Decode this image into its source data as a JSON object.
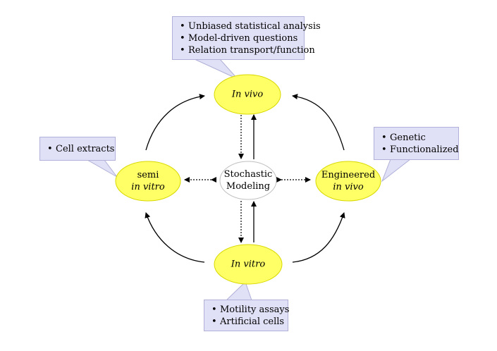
{
  "nodes": {
    "in_vivo": {
      "line1": "In vivo"
    },
    "semi_in_vitro": {
      "line1": "semi",
      "line2": "in vitro"
    },
    "stochastic_modeling": {
      "line1": "Stochastic",
      "line2": "Modeling"
    },
    "engineered_in_vivo": {
      "line1": "Engineered",
      "line2": "in vivo"
    },
    "in_vitro": {
      "line1": "In vitro"
    }
  },
  "callouts": {
    "in_vivo": {
      "items": [
        "Unbiased statistical analysis",
        "Model-driven questions",
        "Relation transport/function"
      ]
    },
    "semi_in_vitro": {
      "items": [
        "Cell extracts"
      ]
    },
    "engineered_in_vivo": {
      "items": [
        "Genetic",
        "Functionalized"
      ]
    },
    "in_vitro": {
      "items": [
        "Motility assays",
        "Artificial cells"
      ]
    }
  },
  "bullet": "•",
  "colors": {
    "node_fill": "#ffff66",
    "node_stroke": "#d8d800",
    "center_fill": "#ffffff",
    "center_stroke": "#c0c0c0",
    "callout_fill": "#e0e0f6",
    "callout_stroke": "#b0b0d8"
  }
}
